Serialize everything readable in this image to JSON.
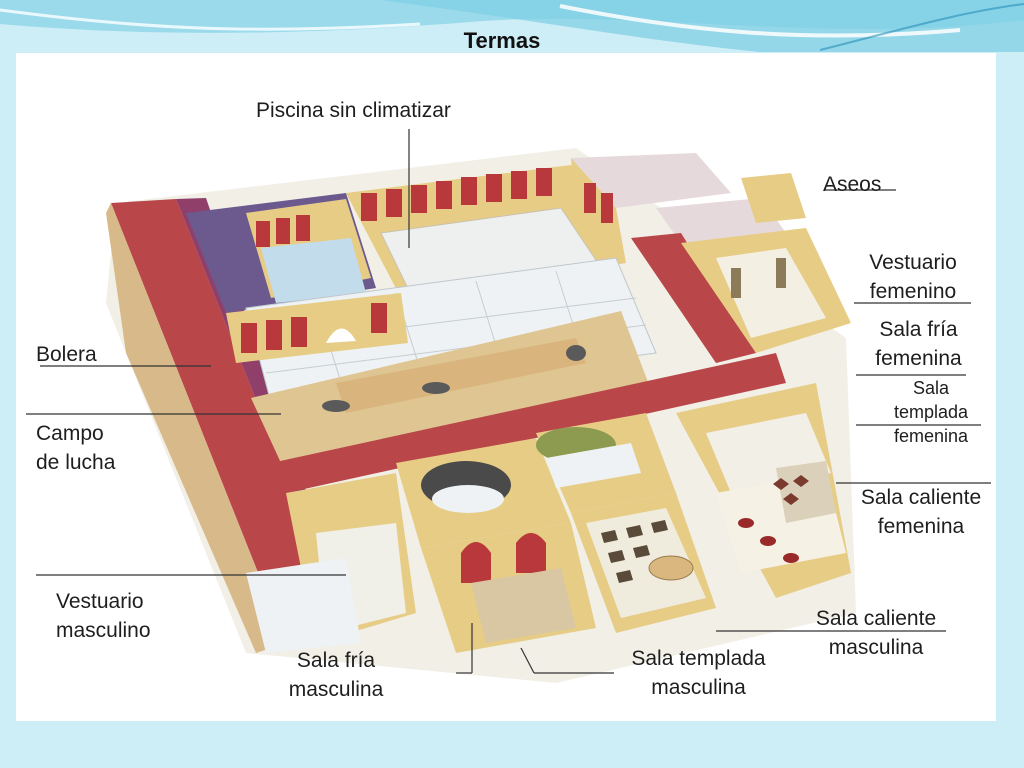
{
  "slide": {
    "title": "Termas"
  },
  "labels": {
    "piscina": "Piscina sin climatizar",
    "aseos": "Aseos",
    "vestuario_femenino": [
      "Vestuario",
      "femenino"
    ],
    "sala_fria_femenina": [
      "Sala fría",
      "femenina"
    ],
    "sala_templada_femenina": [
      "Sala",
      "templada",
      "femenina"
    ],
    "sala_caliente_femenina": [
      "Sala caliente",
      "femenina"
    ],
    "bolera": "Bolera",
    "campo_de_lucha": [
      "Campo",
      "de lucha"
    ],
    "vestuario_masculino": [
      "Vestuario",
      "masculino"
    ],
    "sala_fria_masculina": [
      "Sala fría",
      "masculina"
    ],
    "sala_templada_masculina": [
      "Sala templada",
      "masculina"
    ],
    "sala_caliente_masculina": [
      "Sala caliente",
      "masculina"
    ]
  },
  "colors": {
    "background": "#cdeef6",
    "wave": "#8ad3e6",
    "wall_red": "#b8383b",
    "roof_red": "#b9474a",
    "wall_ochre": "#e7cc86",
    "floor_light": "#eef0ef",
    "sand": "#dfc592",
    "pool_water": "#c3dceb"
  }
}
